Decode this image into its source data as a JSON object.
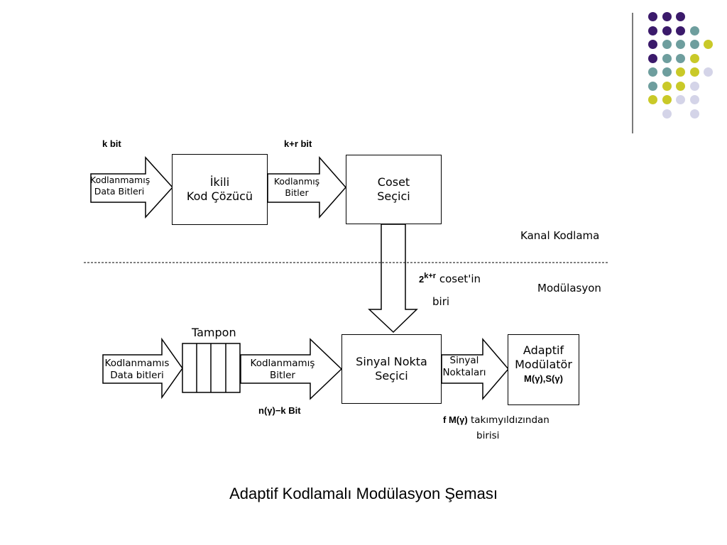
{
  "decor": {
    "colors": {
      "purple": "#3b1a6b",
      "teal": "#6e9e9e",
      "yellow": "#c9c928",
      "lavender": "#d4d4e8"
    }
  },
  "top": {
    "in_bits": "k bit",
    "in_arrow_label": [
      "Kodlanmamış",
      "Data Bitleri"
    ],
    "block1": [
      "İkili",
      "Kod Çözücü"
    ],
    "mid_bits": "k+r bit",
    "mid_arrow_label": [
      "Kodlanmış",
      "Bitler"
    ],
    "block2": [
      "Coset",
      "Seçici"
    ]
  },
  "sections": {
    "upper": "Kanal Kodlama",
    "lower": "Modülasyon"
  },
  "coset_label": {
    "base": "2",
    "exp": "k+r",
    "rest": "coset'in",
    "line2": "biri"
  },
  "bottom": {
    "in_arrow_label": [
      "Kodlanmamıs",
      "Data bitleri"
    ],
    "buffer_title": "Tampon",
    "mid_arrow_label": [
      "Kodlanmamış",
      "Bitler"
    ],
    "mid_bits": "n(γ)−k Bit",
    "block3": [
      "Sinyal Nokta",
      "Seçici"
    ],
    "out_arrow_label": [
      "Sinyal",
      "Noktaları"
    ],
    "block4": [
      "Adaptif",
      "Modülatör"
    ],
    "block4_formula": "M(γ),S(γ)",
    "note_lead": "f M(γ)",
    "note_rest": "takımyıldızından",
    "note_line2": "birisi"
  },
  "caption": "Adaptif Kodlamalı Modülasyon Şeması"
}
